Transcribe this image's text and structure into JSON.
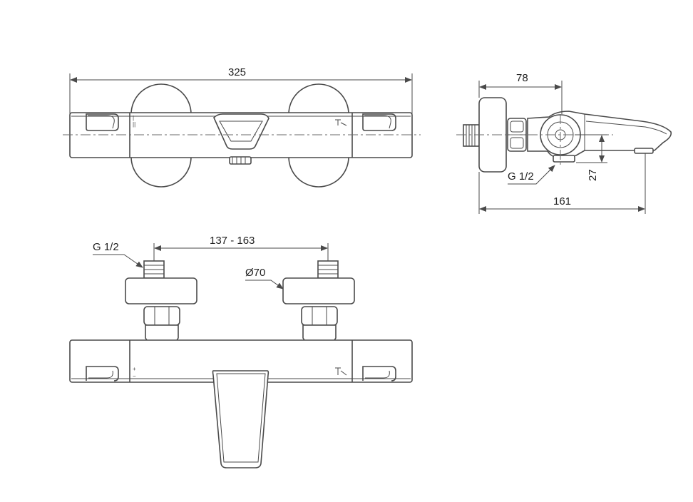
{
  "dimensions": {
    "overall_length": "325",
    "wall_to_centre": "78",
    "outlet_thread": "G 1/2",
    "outlet_height": "27",
    "total_depth": "161",
    "inlet_thread": "G 1/2",
    "inlet_centres": "137 - 163",
    "cover_diameter": "Ø70"
  }
}
